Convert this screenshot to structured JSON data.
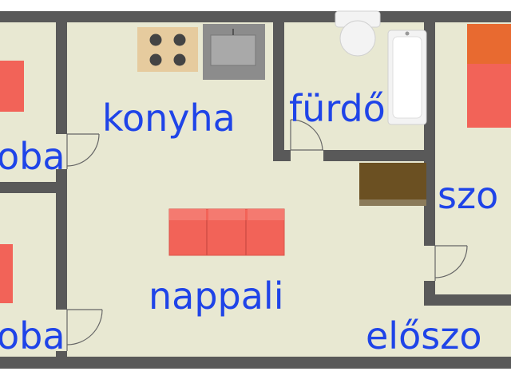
{
  "floorplan": {
    "rooms": [
      {
        "id": "konyha",
        "label": "konyha"
      },
      {
        "id": "furdo",
        "label": "fürdő"
      },
      {
        "id": "nappali",
        "label": "nappali"
      },
      {
        "id": "eloszoba",
        "label": "előszo"
      },
      {
        "id": "szoba-right",
        "label": "szo"
      },
      {
        "id": "szoba-left-top",
        "label": "oba"
      },
      {
        "id": "szoba-left-bottom",
        "label": "oba"
      }
    ],
    "furniture": [
      "stove",
      "kitchen-sink",
      "toilet",
      "bathtub",
      "sofa",
      "table",
      "bed"
    ],
    "colors": {
      "floor": "#e8e8d2",
      "wall": "#595959",
      "label": "#1f44e8",
      "furniture_red": "#f26358",
      "table": "#6b5022",
      "stove_top": "#e6cb9e"
    }
  }
}
